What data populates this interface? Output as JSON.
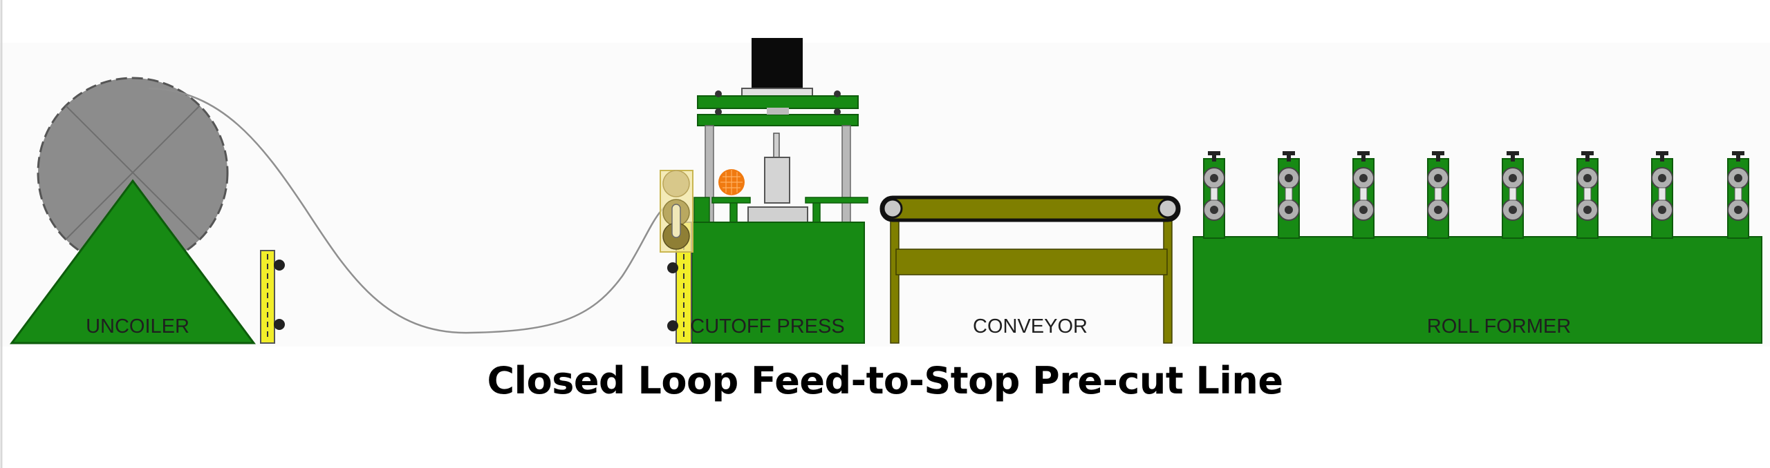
{
  "labels": {
    "uncoiler": "UNCOILER",
    "cutoff_press": "CUTOFF PRESS",
    "conveyor": "CONVEYOR",
    "roll_former": "ROLL FORMER"
  },
  "title": "Closed Loop Feed-to-Stop Pre-cut Line",
  "colors": {
    "machine_green": "#178a14",
    "dark_green": "#0d5c0b",
    "coil_gray": "#8c8c8c",
    "guide_yellow": "#f2ee2a",
    "conveyor_olive": "#7f7f00",
    "indicator_orange": "#f07a10"
  }
}
